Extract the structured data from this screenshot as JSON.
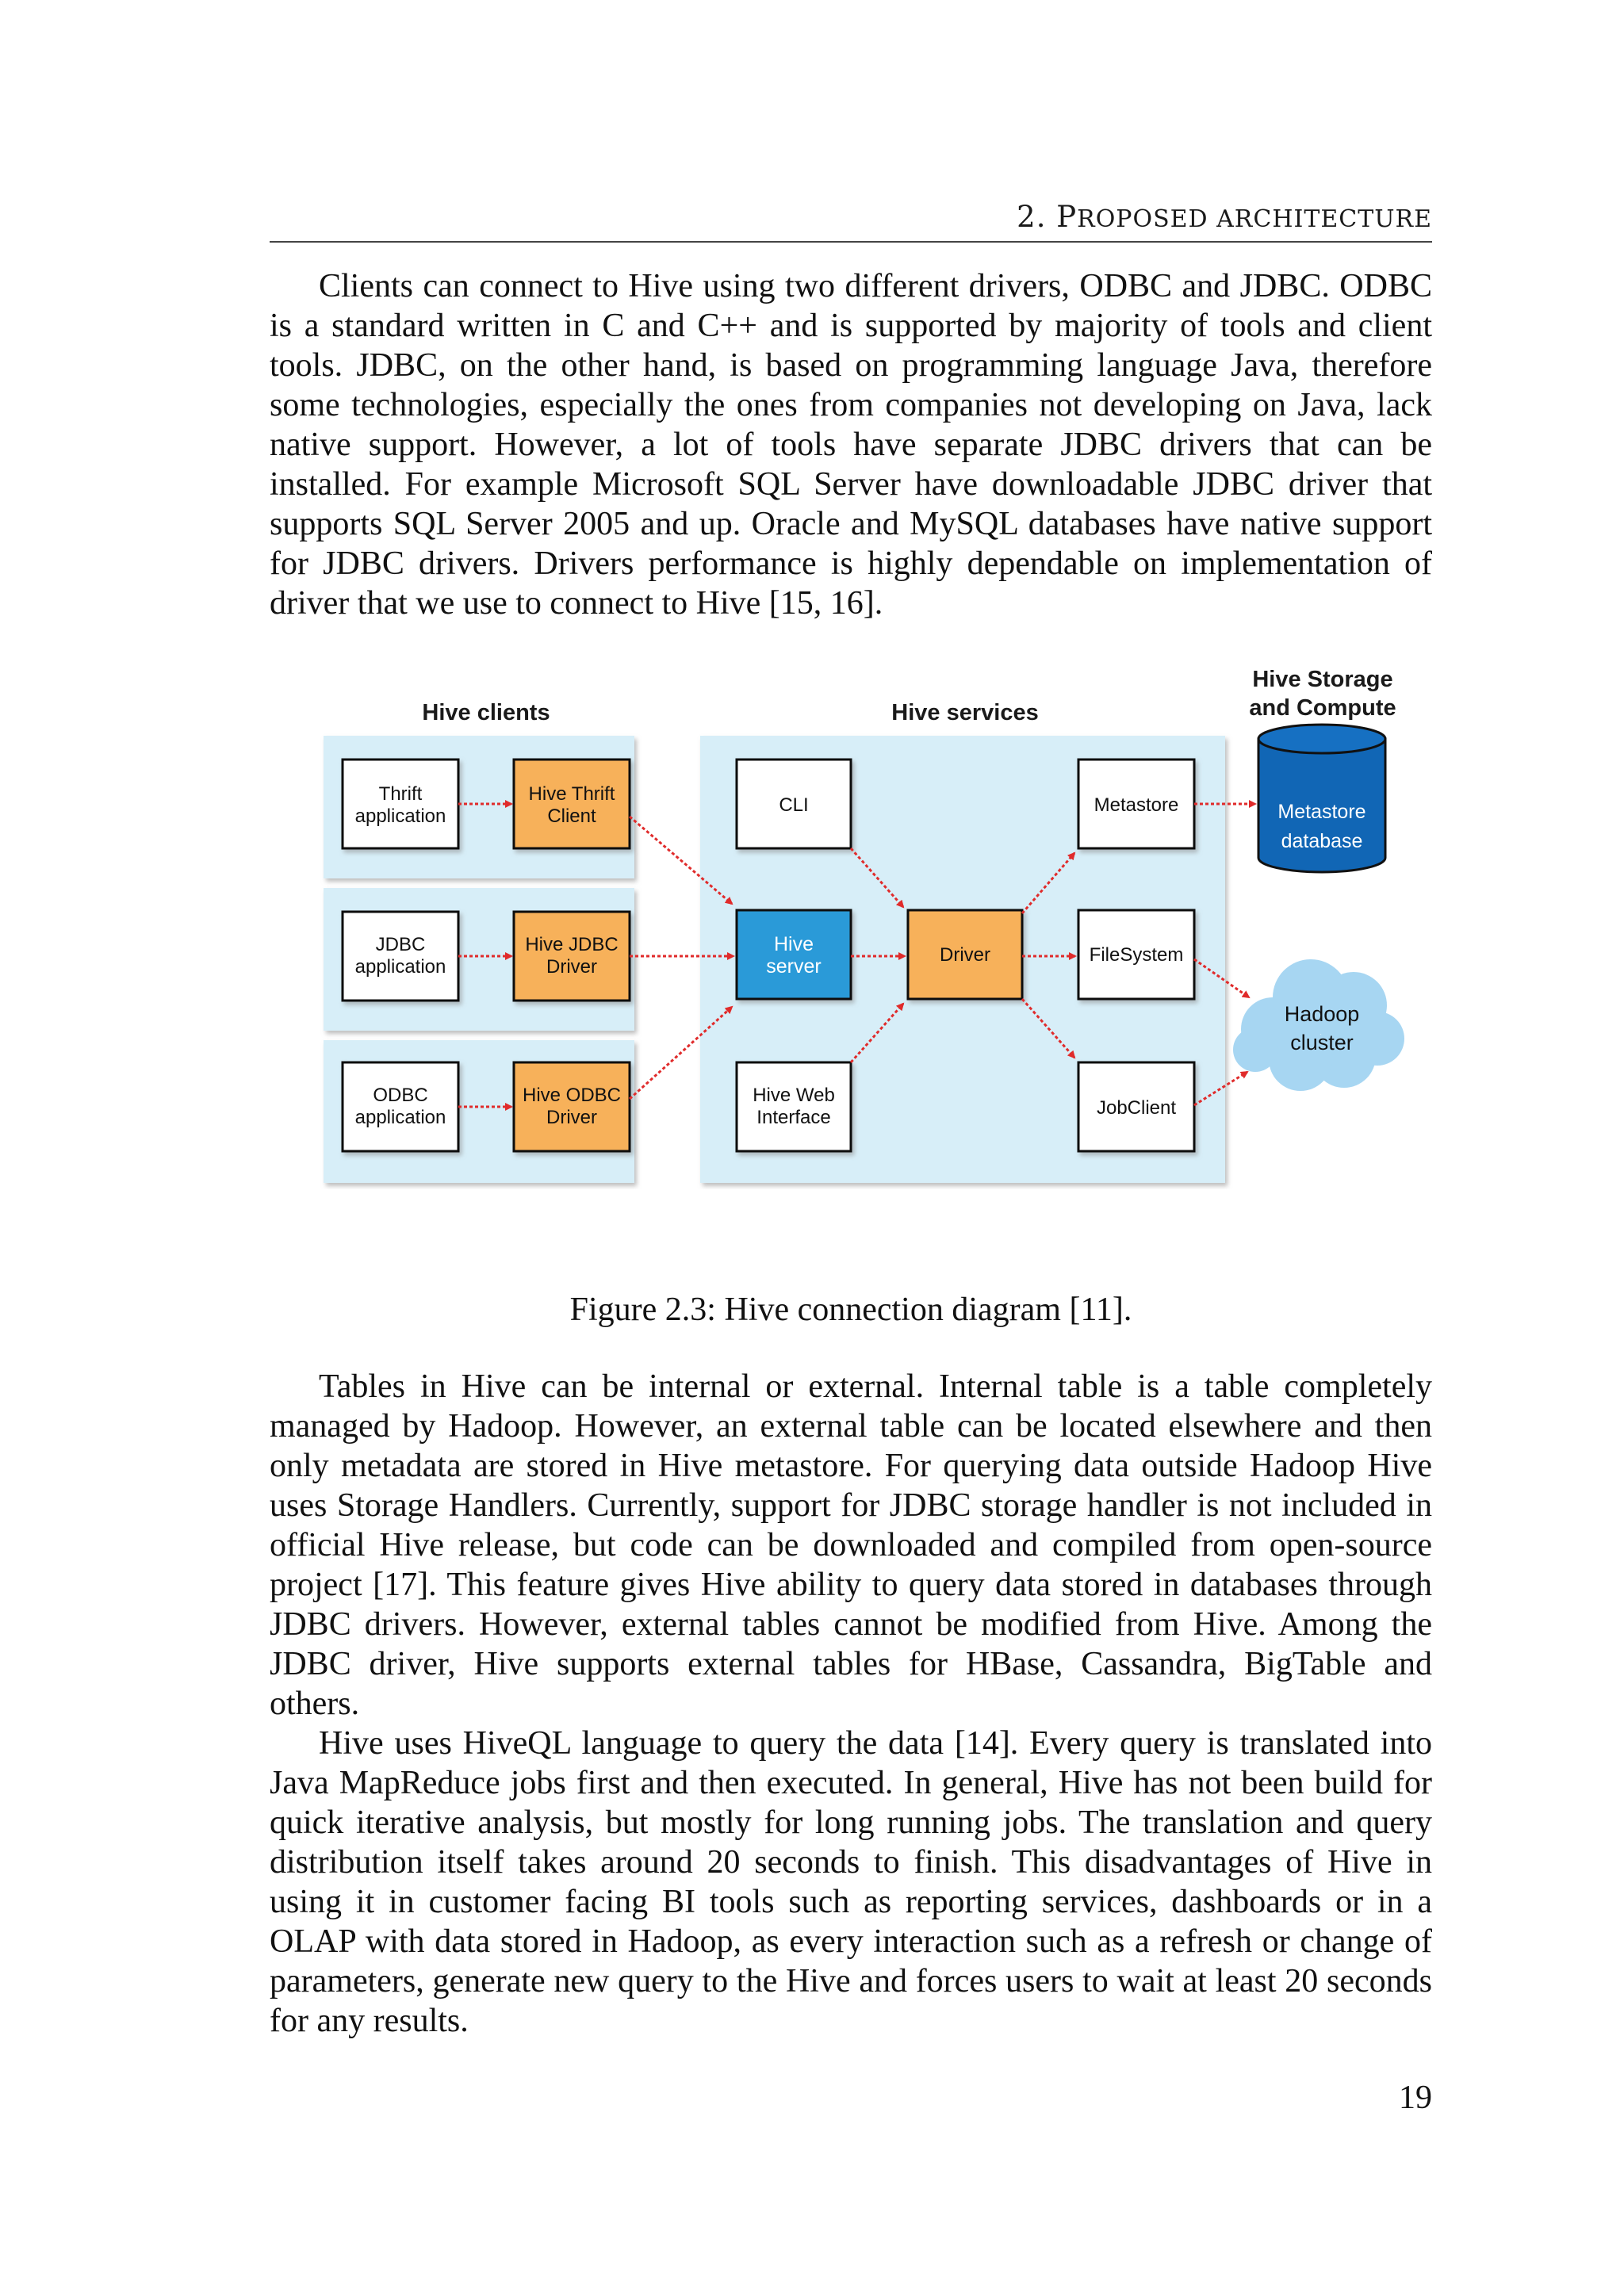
{
  "header": {
    "running_head": "2. Proposed architecture"
  },
  "paragraphs": {
    "p1": "Clients can connect to Hive using two different drivers, ODBC and JDBC. ODBC is a standard written in C and C++ and is supported by majority of tools and client tools. JDBC, on the other hand, is based on programming language Java, therefore some technologies, especially the ones from companies not developing on Java, lack native support. However, a lot of tools have separate JDBC drivers that can be installed. For example Microsoft SQL Server have downloadable JDBC driver that supports SQL Server 2005 and up. Oracle and MySQL databases have native support for JDBC drivers. Drivers performance is highly dependable on implementation of driver that we use to connect to Hive [15, 16].",
    "p2": "Tables in Hive can be internal or external. Internal table is a table completely managed by Hadoop. However, an external table can be located elsewhere and then only metadata are stored in Hive metastore. For querying data outside Hadoop Hive uses Storage Handlers. Currently, support for JDBC storage handler is not included in official Hive release, but code can be downloaded and compiled from open-source project [17]. This feature gives Hive ability to query data stored in databases through JDBC drivers. However, external tables cannot be modified from Hive. Among the JDBC driver, Hive supports external tables for HBase, Cassandra, BigTable and others.",
    "p3": "Hive uses HiveQL language to query the data [14]. Every query is translated into Java MapReduce jobs first and then executed. In general, Hive has not been build for quick iterative analysis, but mostly for long running jobs. The translation and query distribution itself takes around 20 seconds to finish. This disadvantages of Hive in using it in customer facing BI tools such as reporting services, dashboards or in a OLAP with data stored in Hadoop, as every interaction such as a refresh or change of parameters, generate new query to the Hive and forces users to wait at least 20 seconds for any results."
  },
  "figure": {
    "caption": "Figure 2.3: Hive connection diagram [11].",
    "groups": {
      "clients": "Hive clients",
      "services": "Hive services",
      "storage_line1": "Hive Storage",
      "storage_line2": "and Compute"
    },
    "nodes": {
      "thrift_app": [
        "Thrift",
        "application"
      ],
      "thrift_client": [
        "Hive Thrift",
        "Client"
      ],
      "jdbc_app": [
        "JDBC",
        "application"
      ],
      "jdbc_driver": [
        "Hive JDBC",
        "Driver"
      ],
      "odbc_app": [
        "ODBC",
        "application"
      ],
      "odbc_driver": [
        "Hive ODBC",
        "Driver"
      ],
      "cli": [
        "CLI"
      ],
      "hive_server": [
        "Hive",
        "server"
      ],
      "web_interface": [
        "Hive Web",
        "Interface"
      ],
      "driver": [
        "Driver"
      ],
      "metastore": [
        "Metastore"
      ],
      "filesystem": [
        "FileSystem"
      ],
      "jobclient": [
        "JobClient"
      ],
      "metastore_db": [
        "Metastore",
        "database"
      ],
      "hadoop_cluster": [
        "Hadoop",
        "cluster"
      ]
    },
    "colors": {
      "panel": "#d7eef8",
      "orange": "#f7b15a",
      "blue": "#2a9ad8",
      "db_blue": "#1166b5",
      "cloud": "#a7d6f2",
      "arrow": "#e02b2b"
    }
  },
  "footer": {
    "page_number": "19"
  }
}
